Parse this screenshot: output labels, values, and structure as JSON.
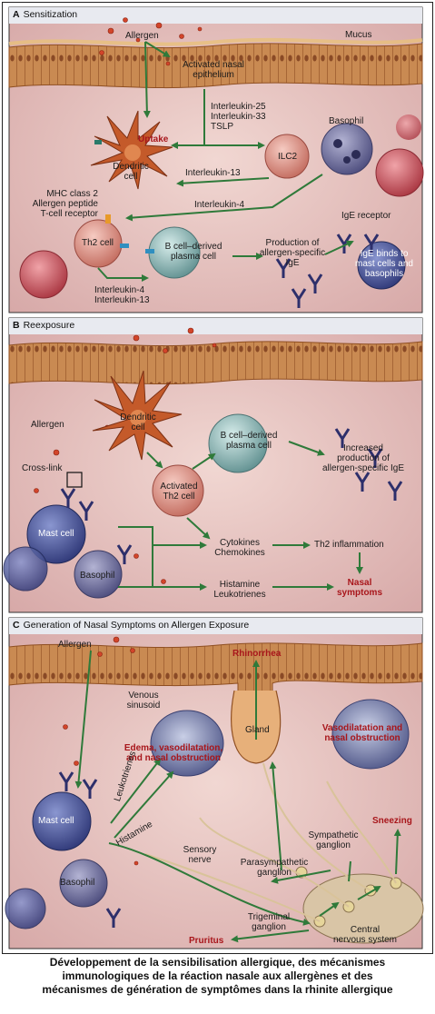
{
  "panels": {
    "a": {
      "letter": "A",
      "title": "Sensitization"
    },
    "b": {
      "letter": "B",
      "title": "Reexposure"
    },
    "c": {
      "letter": "C",
      "title": "Generation of Nasal Symptoms on Allergen Exposure"
    }
  },
  "labels_a": {
    "allergen": "Allergen",
    "mucus": "Mucus",
    "activated_epithelium": [
      "Activated nasal",
      "epithelium"
    ],
    "interleukins": [
      "Interleukin-25",
      "Interleukin-33",
      "TSLP"
    ],
    "uptake": "Uptake",
    "basophil": "Basophil",
    "dendritic_cell": [
      "Dendritic",
      "cell"
    ],
    "ilc2": "ILC2",
    "interleukin13": "Interleukin-13",
    "interleukin4": "Interleukin-4",
    "mhc": [
      "MHC class 2",
      "Allergen peptide",
      "T-cell receptor"
    ],
    "th2_cell": "Th2 cell",
    "b_cell": [
      "B cell–derived",
      "plasma cell"
    ],
    "ige_production": [
      "Production of",
      "allergen-specific",
      "IgE"
    ],
    "ige_receptor": "IgE receptor",
    "ige_binds": [
      "IgE binds to",
      "mast cells and",
      "basophils"
    ],
    "il4_il13": [
      "Interleukin-4",
      "Interleukin-13"
    ]
  },
  "labels_b": {
    "dendritic_cell": [
      "Dendritic",
      "cell"
    ],
    "allergen": "Allergen",
    "b_cell": [
      "B cell–derived",
      "plasma cell"
    ],
    "increased_production": [
      "Increased",
      "production of",
      "allergen-specific IgE"
    ],
    "cross_link": "Cross-link",
    "activated_th2": [
      "Activated",
      "Th2 cell"
    ],
    "mast_cell": "Mast cell",
    "cytokines": [
      "Cytokines",
      "Chemokines"
    ],
    "th2_inflammation": "Th2 inflammation",
    "basophil": "Basophil",
    "histamine": [
      "Histamine",
      "Leukotrienes"
    ],
    "nasal_symptoms": [
      "Nasal",
      "symptoms"
    ]
  },
  "labels_c": {
    "allergen": "Allergen",
    "rhinorrhea": "Rhinorrhea",
    "venous_sinusoid": [
      "Venous",
      "sinusoid"
    ],
    "edema": [
      "Edema, vasodilatation,",
      "and nasal obstruction"
    ],
    "gland": "Gland",
    "vasodilatation": [
      "Vasodilatation and",
      "nasal obstruction"
    ],
    "leukotrienes": "Leukotrienes",
    "mast_cell": "Mast cell",
    "histamine": "Histamine",
    "sensory_nerve": [
      "Sensory",
      "nerve"
    ],
    "sympathetic_ganglion": [
      "Sympathetic",
      "ganglion"
    ],
    "sneezing": "Sneezing",
    "parasympathetic_ganglion": [
      "Parasympathetic",
      "ganglion"
    ],
    "basophil": "Basophil",
    "trigeminal_ganglion": [
      "Trigeminal",
      "ganglion"
    ],
    "pruritus": "Pruritus",
    "cns": [
      "Central",
      "nervous system"
    ]
  },
  "caption": [
    "Développement de la sensibilisation allergique, des mécanismes",
    "immunologiques de la réaction nasale aux allergènes et des",
    "mécanismes de génération de symptômes dans la rhinite allergique"
  ],
  "colors": {
    "tissue": "#e8c9c3",
    "epithelium": "#c98a52",
    "epithelium_dark": "#9c5b2c",
    "dendritic": "#c45a2a",
    "basophil": "#5a5a8a",
    "mast_cell": "#3e4a8c",
    "th2": "#d8857a",
    "plasma_cell": "#7fa6a6",
    "arrow": "#2f7a3a",
    "red_text": "#a8161b",
    "ige": "#2d2f6b"
  }
}
